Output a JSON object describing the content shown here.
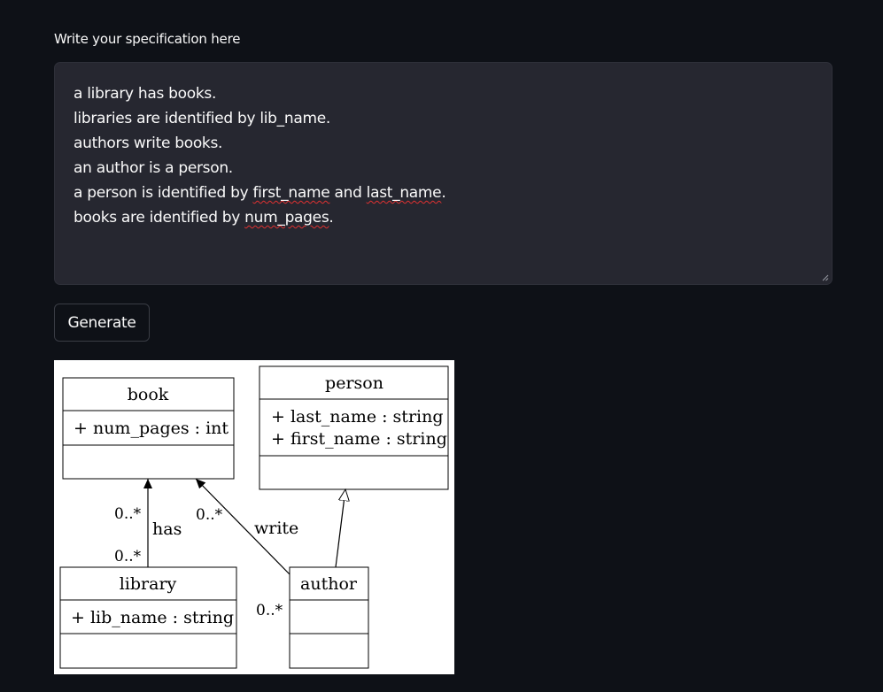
{
  "spec_label": "Write your specification here",
  "spec_lines": [
    {
      "parts": [
        {
          "text": "a library has books."
        }
      ]
    },
    {
      "parts": [
        {
          "text": "libraries are identified by lib_name."
        }
      ]
    },
    {
      "parts": [
        {
          "text": "authors write books."
        }
      ]
    },
    {
      "parts": [
        {
          "text": "an author is a person."
        }
      ]
    },
    {
      "parts": [
        {
          "text": "a person is identified by "
        },
        {
          "text": "first_name",
          "misspelled": true
        },
        {
          "text": " and "
        },
        {
          "text": "last_name",
          "misspelled": true
        },
        {
          "text": "."
        }
      ]
    },
    {
      "parts": [
        {
          "text": "books are identified by "
        },
        {
          "text": "num_pages",
          "misspelled": true
        },
        {
          "text": "."
        }
      ]
    }
  ],
  "generate_label": "Generate",
  "diagram": {
    "book": {
      "name": "book",
      "attrs": [
        "+ num_pages : int"
      ]
    },
    "person": {
      "name": "person",
      "attrs": [
        "+ last_name : string",
        "+ first_name : string"
      ]
    },
    "library": {
      "name": "library",
      "attrs": [
        "+ lib_name : string"
      ]
    },
    "author": {
      "name": "author"
    },
    "has": {
      "label": "has",
      "source_mult": "0..*",
      "target_mult": "0..*"
    },
    "write": {
      "label": "write",
      "source_mult": "0..*",
      "target_mult": "0..*"
    }
  }
}
